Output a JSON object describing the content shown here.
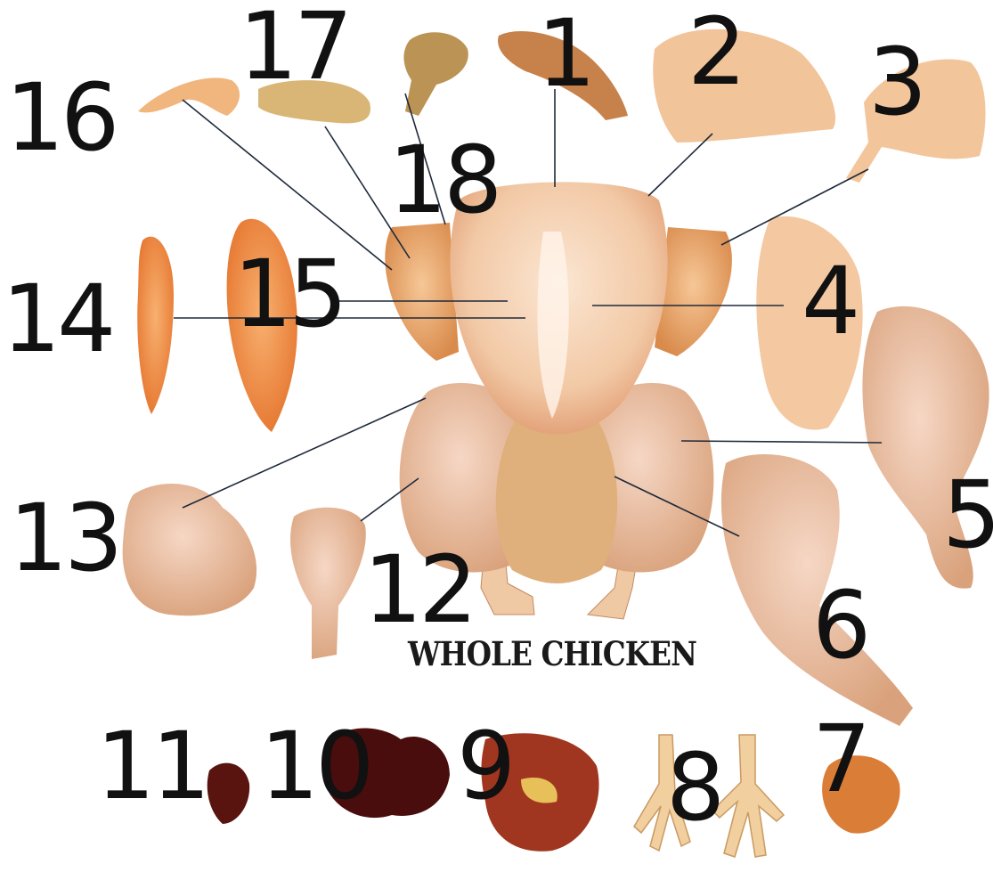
{
  "title": "WHOLE CHICKEN",
  "labels": [
    "1",
    "2",
    "3",
    "4",
    "5",
    "6",
    "7",
    "8",
    "9",
    "10",
    "11",
    "12",
    "13",
    "14",
    "15",
    "16",
    "17",
    "18"
  ],
  "colors": {
    "skin": "#f2c9a6",
    "skin_shadow": "#e3a37a",
    "breast_meat": "#f0905a",
    "liver": "#4a0d0d",
    "leader_line": "#1f2a3a"
  }
}
